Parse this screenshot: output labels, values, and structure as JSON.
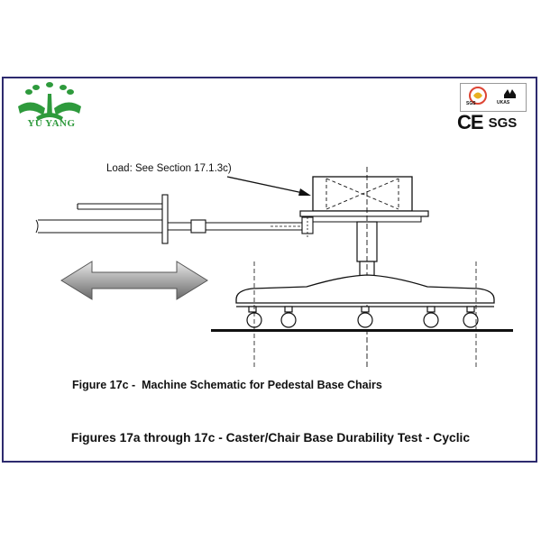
{
  "branding": {
    "company_name": "YU YANG",
    "cert_mark_left": "SGS",
    "cert_mark_right": "UKAS",
    "ce_mark": "CE",
    "sgs_mark": "SGS",
    "brand_color": "#2e9a3c",
    "frame_color": "#2d2a6e"
  },
  "diagram": {
    "load_label": "Load: See Section 17.1.3c)",
    "figure_label": "Figure 17c -  Machine Schematic for Pedestal Base Chairs",
    "caption": "Figures 17a through 17c - Caster/Chair Base Durability Test - Cyclic",
    "arrow_icon": "double-headed-arrow"
  }
}
